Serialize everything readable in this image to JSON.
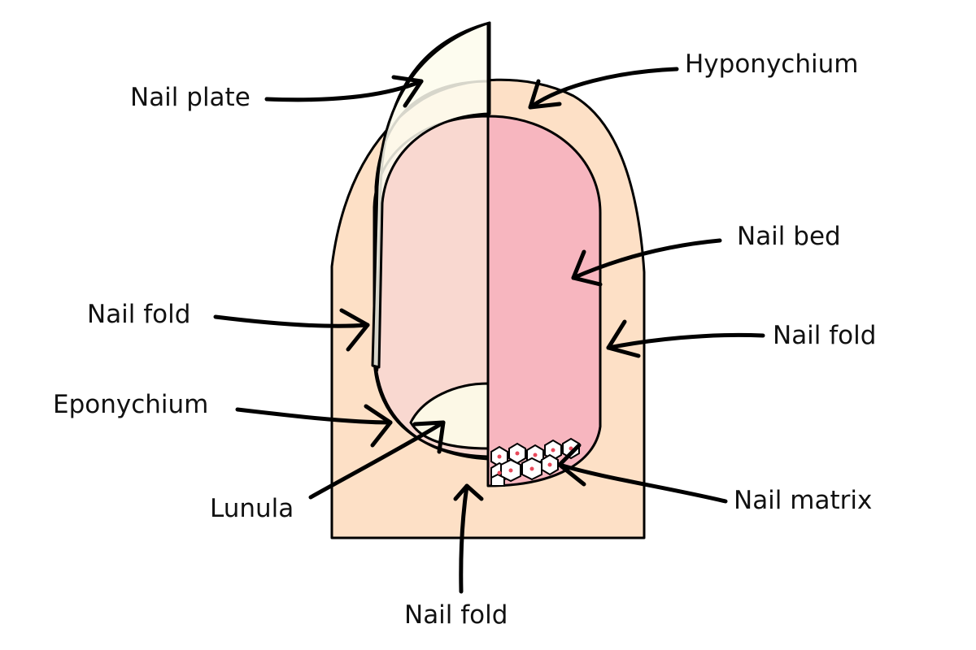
{
  "diagram": {
    "title": "Nail anatomy",
    "colors": {
      "skin": "#FDE0C6",
      "nail_bed_light": "#F9D8D0",
      "nail_bed_pink": "#F7B6BF",
      "nail_plate": "#FDFBEE",
      "lunula": "#FCF8E6",
      "matrix_cell": "#FFFFFF",
      "matrix_dot": "#E8495A",
      "outline": "#000000"
    },
    "labels": {
      "nail_plate": "Nail plate",
      "hyponychium": "Hyponychium",
      "nail_bed": "Nail bed",
      "nail_fold_left": "Nail fold",
      "nail_fold_right": "Nail fold",
      "eponychium": "Eponychium",
      "lunula": "Lunula",
      "nail_matrix": "Nail matrix",
      "nail_fold_bottom": "Nail fold"
    }
  }
}
